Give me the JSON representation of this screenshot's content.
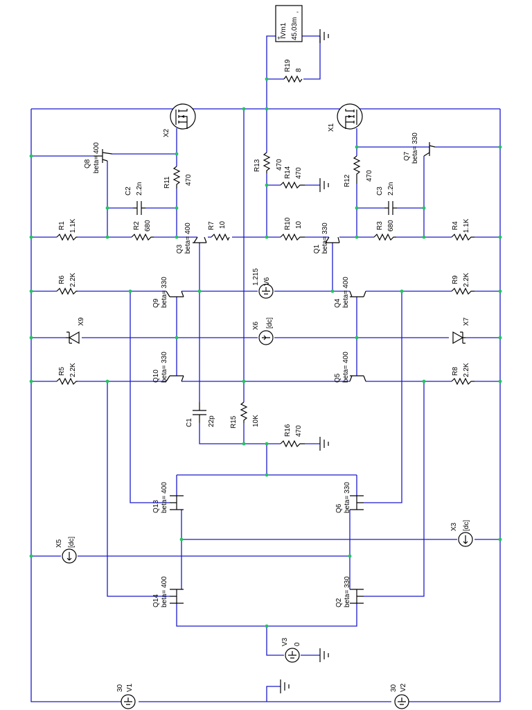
{
  "meter": {
    "name": "IVm1",
    "value": "45.03m"
  },
  "components": {
    "R19": {
      "name": "R19",
      "value": "8"
    },
    "R13": {
      "name": "R13",
      "value": "470"
    },
    "R14": {
      "name": "R14",
      "value": "470"
    },
    "R12": {
      "name": "R12",
      "value": "470"
    },
    "R11": {
      "name": "R11",
      "value": "470"
    },
    "R1": {
      "name": "R1",
      "value": "1.1K"
    },
    "R2": {
      "name": "R2",
      "value": "680"
    },
    "R7": {
      "name": "R7",
      "value": "10"
    },
    "R10": {
      "name": "R10",
      "value": "10"
    },
    "R3": {
      "name": "R3",
      "value": "680"
    },
    "R4": {
      "name": "R4",
      "value": "1.1K"
    },
    "R6": {
      "name": "R6",
      "value": "2.2K"
    },
    "R9": {
      "name": "R9",
      "value": "2.2K"
    },
    "R5": {
      "name": "R5",
      "value": "2.2K"
    },
    "R8": {
      "name": "R8",
      "value": "2.2K"
    },
    "R15": {
      "name": "R15",
      "value": "10K"
    },
    "R16": {
      "name": "R16",
      "value": "470"
    },
    "C1": {
      "name": "C1",
      "value": "22p"
    },
    "C2": {
      "name": "C2",
      "value": "2.2n"
    },
    "C3": {
      "name": "C3",
      "value": "2.2n"
    },
    "X1": {
      "name": "X1"
    },
    "X2": {
      "name": "X2"
    },
    "X3": {
      "name": "X3",
      "value": "[dc]"
    },
    "X5": {
      "name": "X5",
      "value": "[dc]"
    },
    "X6": {
      "name": "X6",
      "value": "[dc]"
    },
    "X7": {
      "name": "X7"
    },
    "X9": {
      "name": "X9"
    },
    "V1": {
      "name": "V1",
      "value": "30"
    },
    "V2": {
      "name": "V2",
      "value": "30"
    },
    "V3": {
      "name": "V3",
      "value": "0"
    },
    "V6": {
      "name": "V6",
      "value": "1.215"
    },
    "Q1": {
      "name": "Q1",
      "value": "beta= 330"
    },
    "Q2": {
      "name": "Q2",
      "value": "beta= 330"
    },
    "Q3": {
      "name": "Q3",
      "value": "beta= 400"
    },
    "Q4": {
      "name": "Q4",
      "value": "beta= 400"
    },
    "Q5": {
      "name": "Q5",
      "value": "beta= 400"
    },
    "Q6": {
      "name": "Q6",
      "value": "beta= 330"
    },
    "Q7": {
      "name": "Q7",
      "value": "beta= 330"
    },
    "Q8": {
      "name": "Q8",
      "value": "beta= 400"
    },
    "Q9": {
      "name": "Q9",
      "value": "beta= 330"
    },
    "Q10": {
      "name": "Q10",
      "value": "beta= 330"
    },
    "Q13": {
      "name": "Q13",
      "value": "beta= 400"
    },
    "Q14": {
      "name": "Q14",
      "value": "beta= 400"
    }
  }
}
